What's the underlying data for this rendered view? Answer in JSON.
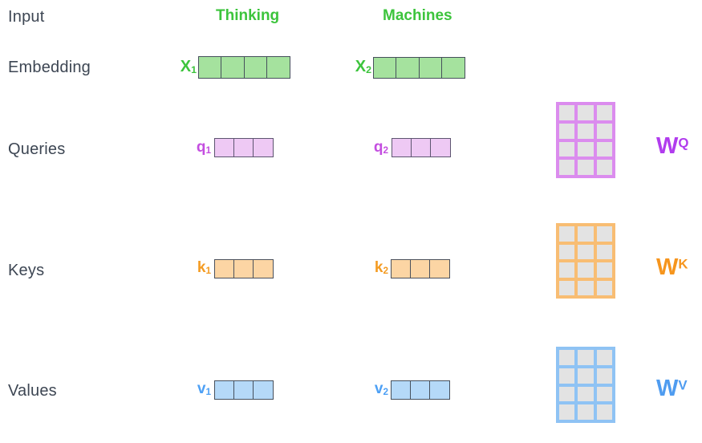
{
  "diagram_title": "self-attention-qkv-diagram",
  "rows": {
    "input": "Input",
    "embedding": "Embedding",
    "queries": "Queries",
    "keys": "Keys",
    "values": "Values"
  },
  "words": {
    "w1": "Thinking",
    "w2": "Machines"
  },
  "vectors": {
    "x1": {
      "base": "X",
      "sub": "1",
      "cells": 4
    },
    "x2": {
      "base": "X",
      "sub": "2",
      "cells": 4
    },
    "q1": {
      "base": "q",
      "sub": "1",
      "cells": 3
    },
    "q2": {
      "base": "q",
      "sub": "2",
      "cells": 3
    },
    "k1": {
      "base": "k",
      "sub": "1",
      "cells": 3
    },
    "k2": {
      "base": "k",
      "sub": "2",
      "cells": 3
    },
    "v1": {
      "base": "v",
      "sub": "1",
      "cells": 3
    },
    "v2": {
      "base": "v",
      "sub": "2",
      "cells": 3
    }
  },
  "matrices": {
    "wq": {
      "base": "W",
      "sup": "Q",
      "rows": 4,
      "cols": 3
    },
    "wk": {
      "base": "W",
      "sup": "K",
      "rows": 4,
      "cols": 3
    },
    "wv": {
      "base": "W",
      "sup": "V",
      "rows": 4,
      "cols": 3
    }
  },
  "colors": {
    "background": "#ffffff",
    "row_label_text": "#3d4653",
    "green_text": "#3cc43c",
    "green_fill": "#a5e29e",
    "purple_text": "#c44ee0",
    "purple_fill": "#eec9f4",
    "purple_grid": "#db8cee",
    "purple_w_label": "#b13cee",
    "orange_text": "#f49b22",
    "orange_fill": "#fcd5a4",
    "orange_grid": "#f8bd73",
    "orange_w_label": "#f6951d",
    "blue_text": "#4da0f5",
    "blue_fill": "#b5d9f8",
    "blue_grid": "#8fc3f4",
    "blue_w_label": "#4f9cf0",
    "vector_border": "#46505c",
    "matrix_cell_fill": "#e3e3e3"
  }
}
